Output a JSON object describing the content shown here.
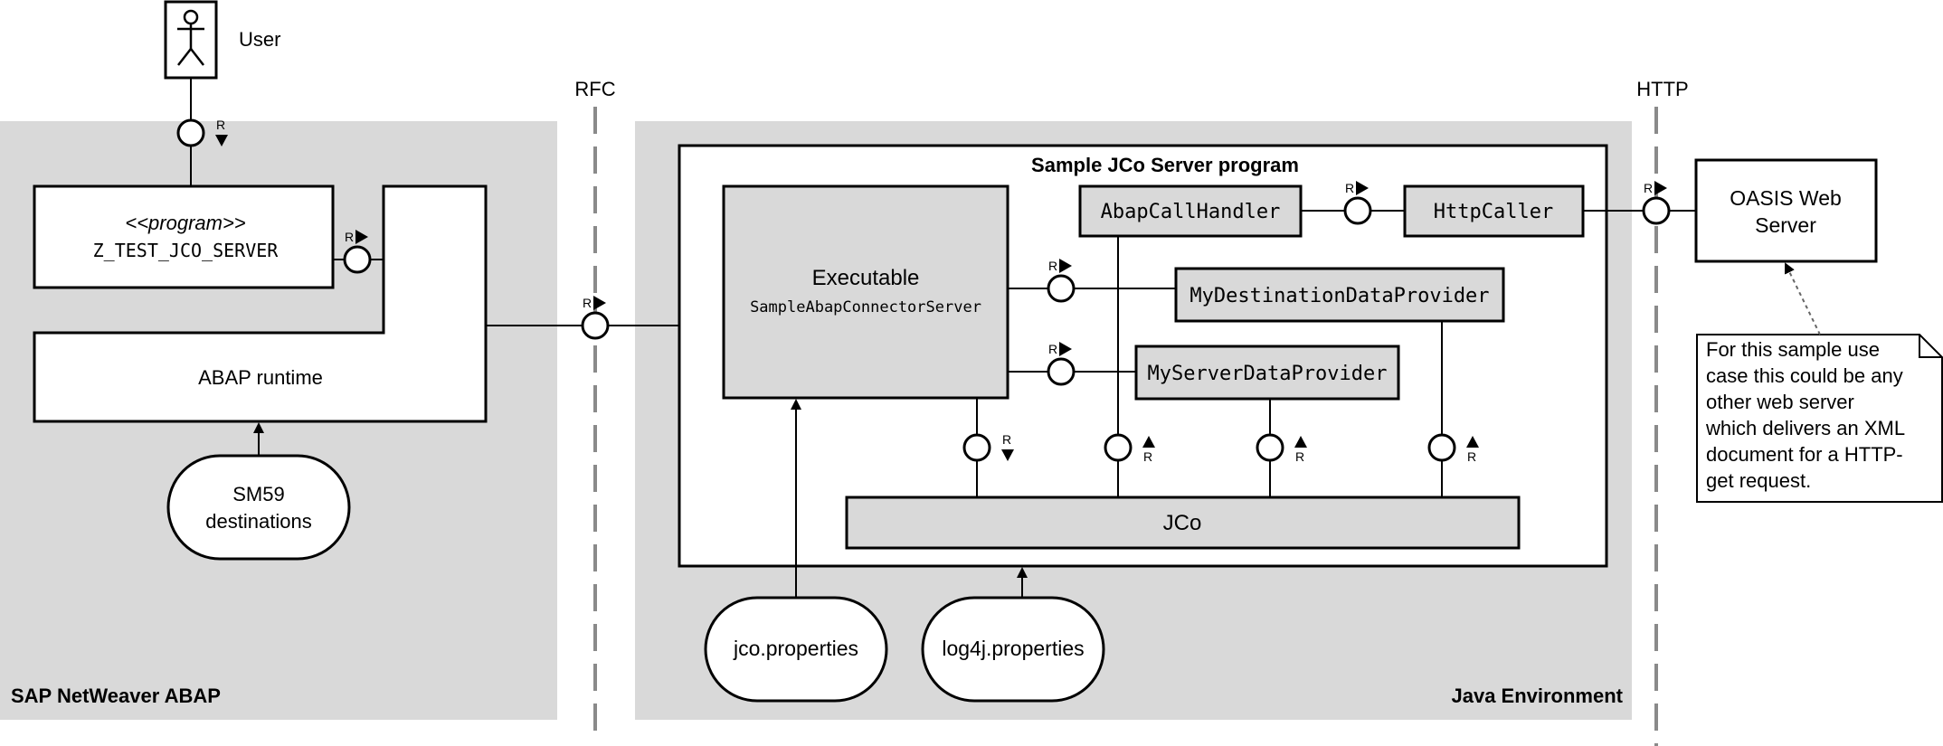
{
  "user": {
    "label": "User"
  },
  "separators": {
    "rfc": "RFC",
    "http": "HTTP"
  },
  "sap": {
    "area_label": "SAP NetWeaver ABAP",
    "program_stereotype": "<<program>>",
    "program_name": "Z_TEST_JCO_SERVER",
    "runtime": "ABAP runtime",
    "destinations_line1": "SM59",
    "destinations_line2": "destinations"
  },
  "java": {
    "area_label": "Java Environment",
    "server_program_title": "Sample JCo Server program",
    "executable_line1": "Executable",
    "executable_line2": "SampleAbapConnectorServer",
    "abap_call_handler": "AbapCallHandler",
    "http_caller": "HttpCaller",
    "destination_provider": "MyDestinationDataProvider",
    "server_provider": "MyServerDataProvider",
    "jco": "JCo",
    "jco_properties": "jco.properties",
    "log4j_properties": "log4j.properties"
  },
  "oasis": {
    "line1": "OASIS Web",
    "line2": "Server"
  },
  "note": {
    "lines": [
      "For this sample use",
      "case this could be any",
      "other web server",
      "which delivers an XML",
      "document for a HTTP-",
      "get request."
    ]
  },
  "port_marker": "R"
}
